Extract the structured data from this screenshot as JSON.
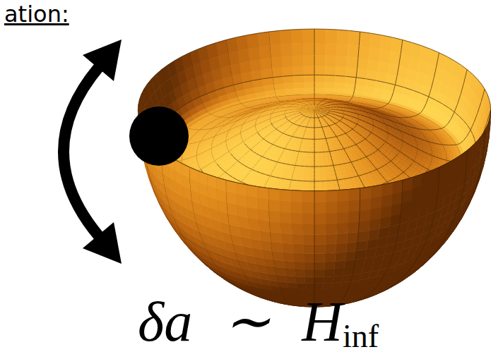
{
  "diagram": {
    "labels": [
      "ation:",
      "δa ∼ H",
      "inf"
    ]
  }
}
